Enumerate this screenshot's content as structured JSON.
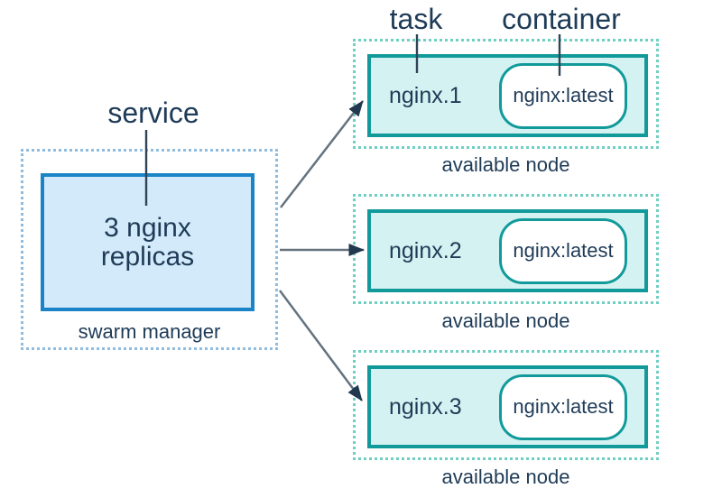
{
  "colors": {
    "ink": "#1e3b57",
    "blue_border": "#1b84c7",
    "blue_fill": "#d3eafa",
    "blue_dotted": "#8fbcdf",
    "teal_border": "#129a9a",
    "teal_fill": "#d5f2f2",
    "teal_dotted": "#6fcfc3",
    "arrow_line": "#64737f",
    "arrow_head": "#22384e",
    "pointer_line": "#2f4456",
    "background": "#ffffff"
  },
  "labels": {
    "service": "service",
    "task": "task",
    "container": "container"
  },
  "service_box": {
    "lines": [
      "3 nginx",
      "replicas"
    ],
    "caption": "swarm manager"
  },
  "nodes": [
    {
      "task": "nginx.1",
      "container": "nginx:latest",
      "caption": "available node"
    },
    {
      "task": "nginx.2",
      "container": "nginx:latest",
      "caption": "available node"
    },
    {
      "task": "nginx.3",
      "container": "nginx:latest",
      "caption": "available node"
    }
  ]
}
